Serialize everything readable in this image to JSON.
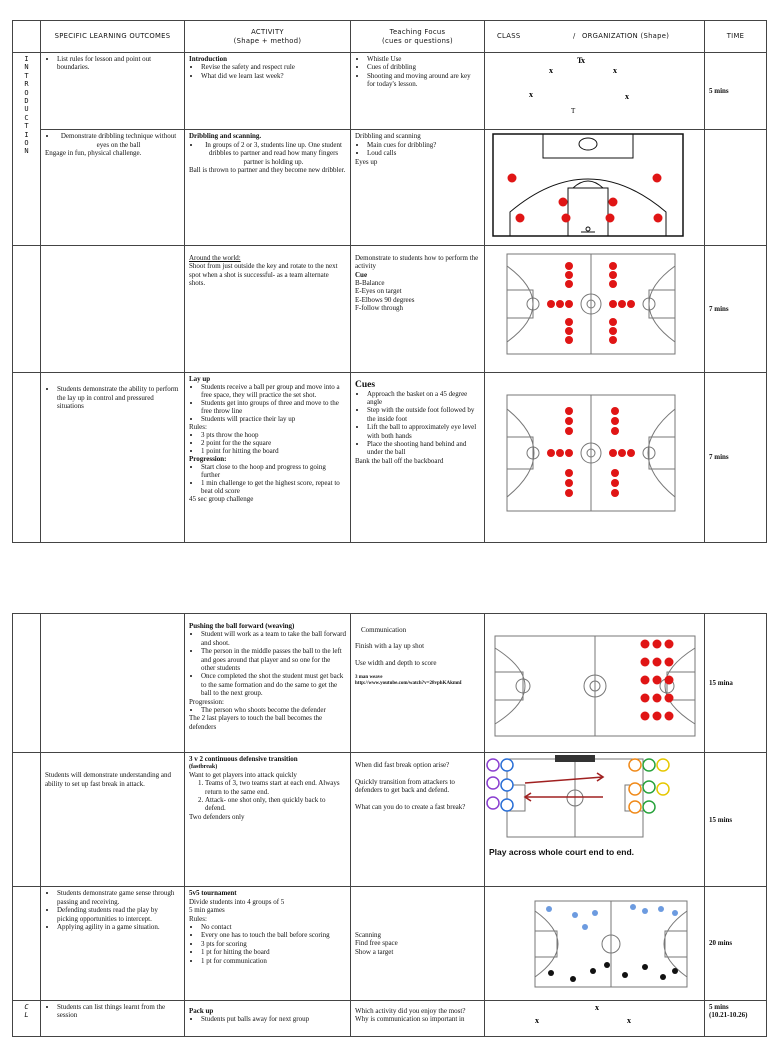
{
  "header": {
    "outcomes": "SPECIFIC LEARNING OUTCOMES",
    "activity": "ACTIVITY",
    "activity_sub": "(Shape + method)",
    "focus": "Teaching Focus",
    "focus_sub": "(cues or questions)",
    "class": "CLASS",
    "organization": "ORGANIZATION (Shape)",
    "time": "TIME"
  },
  "section_intro": [
    "I",
    "N",
    "T",
    "R",
    "O",
    "D",
    "U",
    "C",
    "T",
    "I",
    "O",
    "N"
  ],
  "section_cl": [
    "C",
    "L"
  ],
  "rows": {
    "r1": {
      "outcome": "List rules for lesson and point out boundaries.",
      "activity_title": "Introduction",
      "activity_items": [
        "Revise the safety and respect rule",
        "What did we learn last week?"
      ],
      "focus_items": [
        "Whistle Use",
        "Cues of dribbling",
        "Shooting and moving around are key for today's lesson."
      ],
      "time": "5 mins",
      "diagram_labels": {
        "teacher_top": "T",
        "teacher_bottom": "T",
        "student": "x"
      }
    },
    "r2": {
      "outcome": "Demonstrate dribbling technique without eyes on the ball",
      "outcome_extra": "Engage in fun, physical challenge.",
      "activity_title": "Dribbling and scanning.",
      "activity_items": [
        "In groups of 2 or 3, students line up. One student dribbles to partner and read how many fingers partner is holding up."
      ],
      "activity_extra": "Ball is thrown to partner and they become new dribbler.",
      "focus_intro": "Dribbling and scanning",
      "focus_items": [
        "Main cues for dribbling?",
        "Loud calls"
      ],
      "focus_extra": "Eyes up"
    },
    "r3": {
      "activity_title": "Around the world:",
      "activity_text": "Shoot from just outside the key and rotate to the next spot when a shot is successful- as a team alternate shots.",
      "focus_intro": "Demonstrate to students how to perform the activity",
      "focus_cue": "Cue",
      "focus_lines": [
        "B-Balance",
        "E-Eyes on target",
        "E-Elbows 90 degrees",
        "F-follow through"
      ],
      "time": "7 mins"
    },
    "r4": {
      "outcome": "Students demonstrate the ability to perform the lay up in control and pressured situations",
      "activity_title": "Lay up",
      "activity_items": [
        "Students receive a ball per group and move into a free space, they will practice the set shot.",
        "Students get into groups of three and move to the free throw line",
        "Students will practice their lay up"
      ],
      "rules_label": "Rules:",
      "rules_items": [
        "3 pts throw the hoop",
        "2 point for the the square",
        "1 point for hitting the board"
      ],
      "progression_label": "Progression:",
      "progression_items": [
        "Start close to the hoop and progress to going further",
        "1 min challenge to get the highest score, repeat to beat old score"
      ],
      "activity_extra": "45 sec group challenge",
      "focus_title": "Cues",
      "focus_items": [
        "Approach the basket on a 45 degree angle",
        "Step with the outside foot followed by the inside foot",
        "Lift the ball to approximately eye level with both hands",
        "Place the shooting hand behind and under the ball"
      ],
      "focus_extra": "Bank the ball off the backboard",
      "time": "7 mins"
    },
    "r5": {
      "activity_title": "Pushing the ball forward (weaving)",
      "activity_items": [
        "Student will work as a team to take the ball forward and shoot.",
        "The person in the middle passes the ball to the left and goes around that player and so one for the other students",
        "Once completed the shot the student must get back to the same formation and do the same to get the ball to the next group."
      ],
      "progression_label": "Progression:",
      "progression_items": [
        "The person who shoots become the defender"
      ],
      "activity_extra": "The 2 last players to touch the ball becomes the defenders",
      "focus_lines": [
        "Communication",
        "Finish with a lay up shot",
        "Use width and depth to score"
      ],
      "focus_link_title": "3 man weave",
      "focus_link": "http://www.youtube.com/watch?v=28vphKAkmnI",
      "time": "15 mina"
    },
    "r6": {
      "outcome": "Students will demonstrate understanding and ability to set up fast break in attack.",
      "activity_title": "3 v 2 continuous defensive transition",
      "activity_sub": "(fastbreak)",
      "activity_intro": "Want to get players into attack quickly",
      "activity_numbered": [
        "Teams of 3, two teams start at each end. Always return to the same end.",
        "Attack- one shot only, then quickly back to defend."
      ],
      "activity_extra": "Two defenders only",
      "focus_lines": [
        "When did fast break option arise?",
        "Quickly transition from attackers to defenders to get back and defend.",
        "What can you do to create a fast break?"
      ],
      "caption": "Play across whole court end to end.",
      "time": "15 mins"
    },
    "r7": {
      "outcome_items": [
        "Students demonstrate game sense through passing and receiving.",
        "Defending students read the play by picking opportunities to intercept.",
        "Applying agility in a game situation."
      ],
      "activity_title": "5v5 tournament",
      "activity_lines": [
        "Divide students into 4 groups of 5",
        "5 min games",
        "Rules:"
      ],
      "activity_items": [
        "No contact",
        "Every one has to touch the ball before scoring",
        "3 pts for scoring",
        "1 pt for hitting the board",
        "1 pt for communication"
      ],
      "focus_lines": [
        "Scanning",
        "Find free space",
        "Show a target"
      ],
      "time": "20 mins"
    },
    "r8": {
      "outcome": "Students can list things learnt from the session",
      "activity_title": "Pack up",
      "activity_items": [
        "Students put balls away for next group"
      ],
      "focus_lines": [
        "Which activity did you enjoy the most?",
        "Why is communication so important in"
      ],
      "time": "5 mins",
      "time_sub": "(10.21-10.26)"
    }
  },
  "colors": {
    "ball": "#e01515",
    "court_line": "#777777",
    "arrow": "#a02020",
    "smile_purple": "#8a3fd0",
    "smile_blue": "#2a6fd6",
    "smile_orange": "#f08a1a",
    "smile_green": "#29a33c",
    "smile_yellow": "#e6c700"
  }
}
